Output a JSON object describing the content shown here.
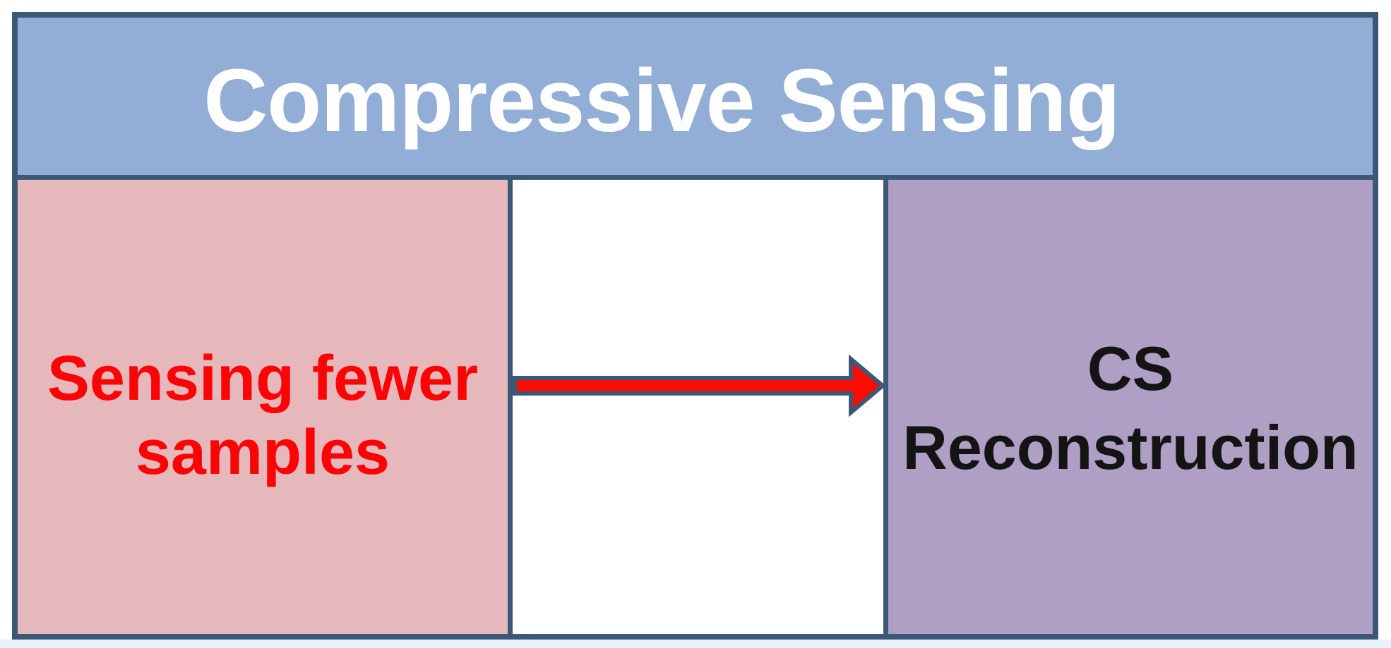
{
  "diagram": {
    "title": "Compressive Sensing",
    "left_box": {
      "line1": "Sensing fewer",
      "line2": "samples",
      "full_label": "Sensing fewer samples",
      "fill_color": "#e6b7bb",
      "text_color": "#fa0505"
    },
    "arrow": {
      "name": "red-right-arrow",
      "direction": "right",
      "fill_color": "#f70d02",
      "outline_color": "#3c5878"
    },
    "right_box": {
      "line1": "CS",
      "line2": "Reconstruction",
      "full_label": "CS Reconstruction",
      "fill_color": "#b09fc5",
      "text_color": "#141414"
    },
    "header": {
      "fill_color": "#92aed6",
      "text_color": "#ffffff"
    },
    "border_color": "#3c5878"
  }
}
